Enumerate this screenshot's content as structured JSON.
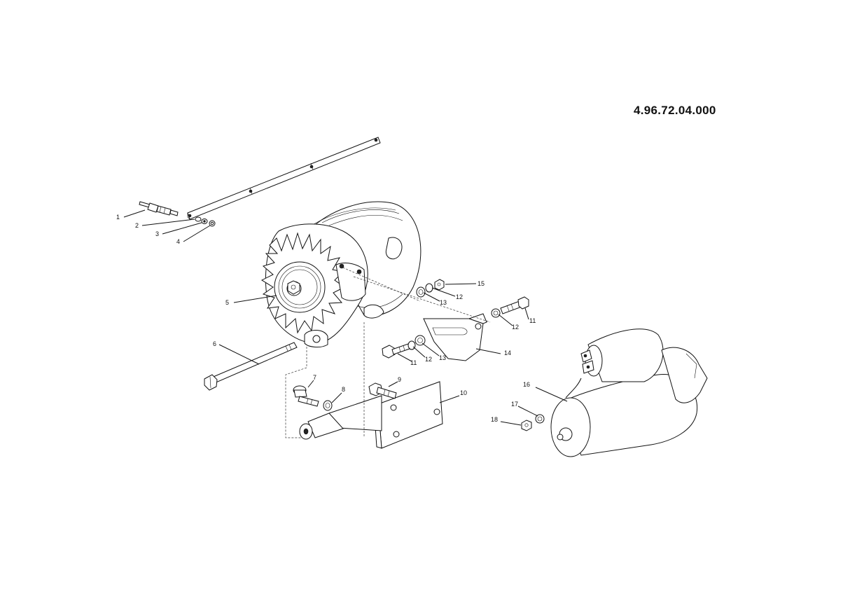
{
  "drawing_number": "4.96.72.04.000",
  "callouts": [
    {
      "id": "c1",
      "label": "1"
    },
    {
      "id": "c2",
      "label": "2"
    },
    {
      "id": "c3",
      "label": "3"
    },
    {
      "id": "c4",
      "label": "4"
    },
    {
      "id": "c5",
      "label": "5"
    },
    {
      "id": "c6",
      "label": "6"
    },
    {
      "id": "c7",
      "label": "7"
    },
    {
      "id": "c8",
      "label": "8"
    },
    {
      "id": "c9",
      "label": "9"
    },
    {
      "id": "c10",
      "label": "10"
    },
    {
      "id": "c11a",
      "label": "11"
    },
    {
      "id": "c11b",
      "label": "11"
    },
    {
      "id": "c12a",
      "label": "12"
    },
    {
      "id": "c12b",
      "label": "12"
    },
    {
      "id": "c12c",
      "label": "12"
    },
    {
      "id": "c13a",
      "label": "13"
    },
    {
      "id": "c13b",
      "label": "13"
    },
    {
      "id": "c14",
      "label": "14"
    },
    {
      "id": "c15",
      "label": "15"
    },
    {
      "id": "c16",
      "label": "16"
    },
    {
      "id": "c17",
      "label": "17"
    },
    {
      "id": "c18",
      "label": "18"
    }
  ]
}
